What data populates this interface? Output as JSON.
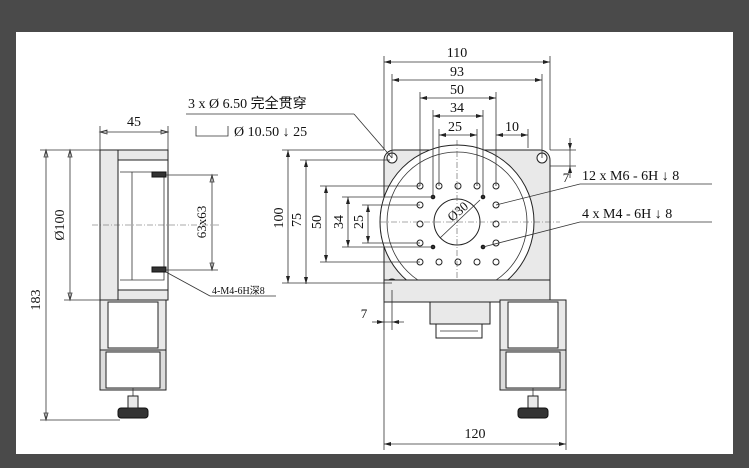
{
  "dimensions": {
    "side_width": "45",
    "side_diameter": "Ø100",
    "side_square": "63x63",
    "side_height": "183",
    "side_thread_note": "4-M4-6H深8",
    "top_110": "110",
    "top_93": "93",
    "top_50": "50",
    "top_34": "34",
    "top_25": "25",
    "top_10": "10",
    "left_100": "100",
    "left_75": "75",
    "left_50": "50",
    "left_34": "34",
    "left_25": "25",
    "right_7": "7",
    "bottom_7": "7",
    "bottom_120": "120",
    "center_bore": "Ø30"
  },
  "notes": {
    "through_holes": "3 x Ø 6.50 完全贯穿",
    "counterbore": "Ø 10.50 ↓ 25",
    "m6_holes": "12 x  M6 - 6H ↓ 8",
    "m4_holes": "4 x  M4 - 6H ↓ 8"
  }
}
